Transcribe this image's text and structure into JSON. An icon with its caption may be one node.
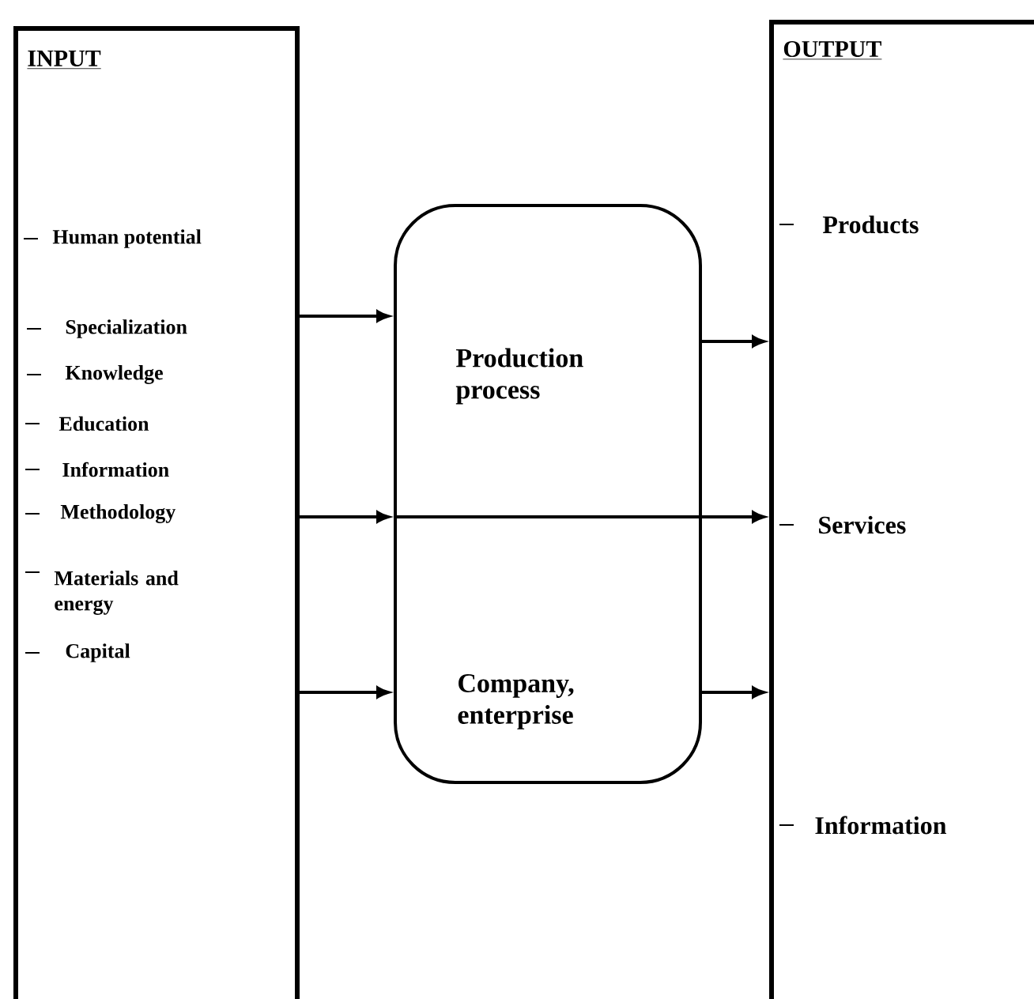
{
  "diagram": {
    "nodes": [
      {
        "text": [
          "INPUT",
          "Human potential",
          "Specialization",
          "Knowledge",
          "Education",
          "Information",
          "Methodology",
          "Materials and energy",
          "Capital"
        ]
      },
      {
        "text": [
          "OUTPUT",
          "Products",
          "Services",
          "Information"
        ]
      },
      {
        "text": [
          "Production process",
          "Company, enterprise"
        ]
      }
    ],
    "edges": [
      {
        "from": 0,
        "to": 2,
        "arrow": "to"
      },
      {
        "from": 0,
        "to": 2,
        "arrow": "to"
      },
      {
        "from": 0,
        "to": 2,
        "arrow": "to"
      },
      {
        "from": 2,
        "to": 1,
        "arrow": "to"
      },
      {
        "from": 2,
        "to": 1,
        "arrow": "to"
      },
      {
        "from": 2,
        "to": 1,
        "arrow": "to"
      }
    ]
  }
}
